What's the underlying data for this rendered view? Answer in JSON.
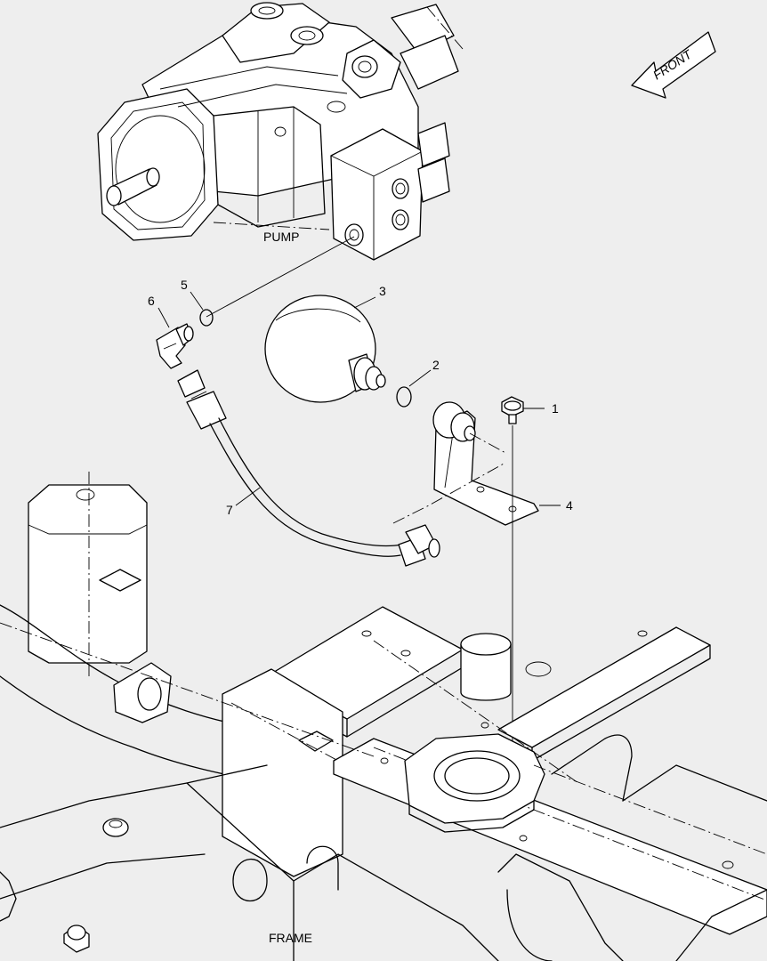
{
  "direction_label": "FRONT",
  "assemblies": {
    "pump": "PUMP",
    "frame": "FRAME"
  },
  "callouts": [
    "1",
    "2",
    "3",
    "4",
    "5",
    "6",
    "7"
  ]
}
